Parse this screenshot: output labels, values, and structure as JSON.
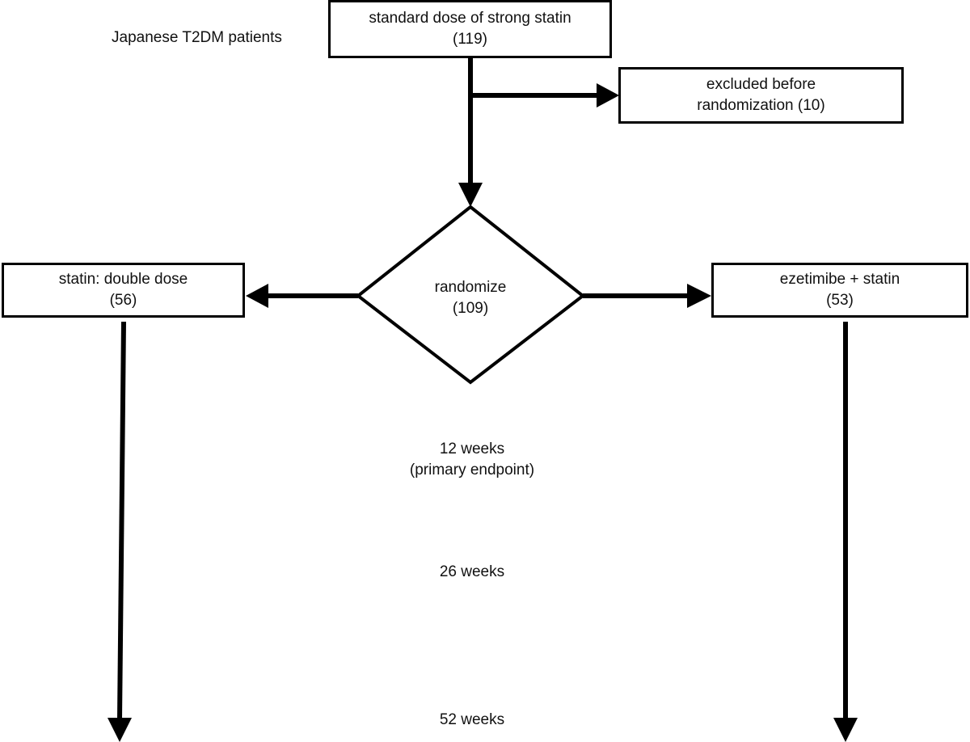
{
  "population_label": "Japanese T2DM patients",
  "screening": {
    "title": "standard dose of strong statin",
    "count": "(119)"
  },
  "excluded": {
    "line1": "excluded before",
    "line2": "randomization (10)"
  },
  "randomize": {
    "title": "randomize",
    "count": "(109)"
  },
  "arm_left": {
    "title": "statin: double dose",
    "count": "(56)"
  },
  "arm_right": {
    "title": "ezetimibe + statin",
    "count": "(53)"
  },
  "timepoints": {
    "week12": "12 weeks",
    "week12_note": "(primary endpoint)",
    "week26": "26 weeks",
    "week52": "52 weeks"
  }
}
